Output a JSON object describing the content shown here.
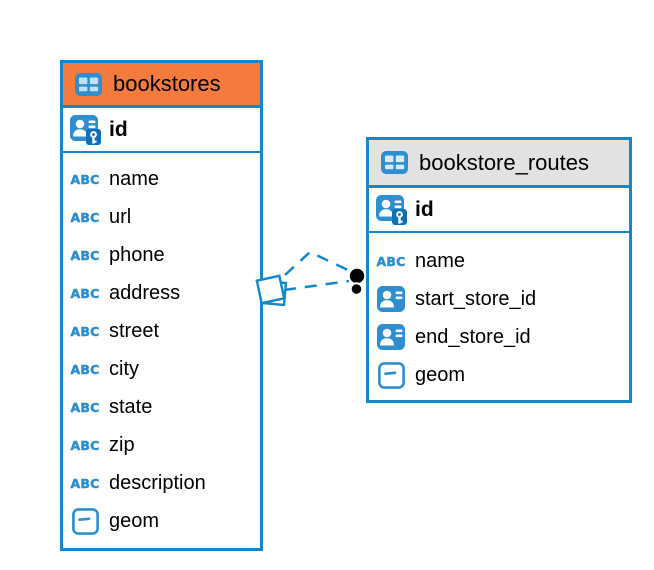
{
  "colors": {
    "accent_blue": "#1287C9",
    "icon_blue": "#2E8ECE",
    "key_badge_blue": "#0F6FB4",
    "bookstores_header_bg": "#F57A3D",
    "routes_header_bg": "#E2E2E2",
    "connector_dot": "#000000"
  },
  "icons": {
    "text_type_glyph": "ABC"
  },
  "tables": [
    {
      "name": "bookstores",
      "primary_key": "id",
      "columns": [
        {
          "name": "name",
          "type": "text"
        },
        {
          "name": "url",
          "type": "text"
        },
        {
          "name": "phone",
          "type": "text"
        },
        {
          "name": "address",
          "type": "text"
        },
        {
          "name": "street",
          "type": "text"
        },
        {
          "name": "city",
          "type": "text"
        },
        {
          "name": "state",
          "type": "text"
        },
        {
          "name": "zip",
          "type": "text"
        },
        {
          "name": "description",
          "type": "text"
        },
        {
          "name": "geom",
          "type": "geometry"
        }
      ]
    },
    {
      "name": "bookstore_routes",
      "primary_key": "id",
      "columns": [
        {
          "name": "name",
          "type": "text"
        },
        {
          "name": "start_store_id",
          "type": "reference"
        },
        {
          "name": "end_store_id",
          "type": "reference"
        },
        {
          "name": "geom",
          "type": "geometry"
        }
      ]
    }
  ],
  "relationship": {
    "between": [
      "bookstores",
      "bookstore_routes"
    ],
    "line_style": "dashed",
    "line_count": 2
  }
}
